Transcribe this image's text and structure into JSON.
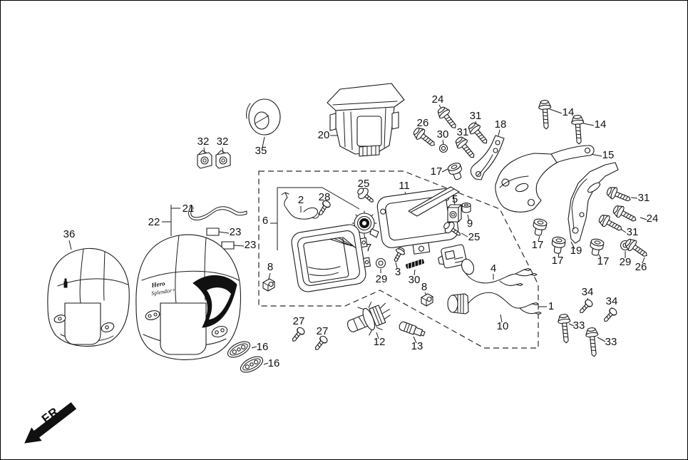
{
  "diagram": {
    "kind": "exploded parts diagram",
    "subject": "headlight / front cowl assembly"
  },
  "direction_indicator": {
    "label": "FR."
  },
  "visor_logo": {
    "line1": "Hero",
    "line2": "Splendor+"
  },
  "callouts": [
    {
      "id": "bolt-24-top",
      "part": "24"
    },
    {
      "id": "bolt-26-top",
      "part": "26"
    },
    {
      "id": "nut-30-top",
      "part": "30"
    },
    {
      "id": "bolt-31-top-right",
      "part": "31"
    },
    {
      "id": "bolt-31-top-left",
      "part": "31"
    },
    {
      "id": "bracket-18",
      "part": "18"
    },
    {
      "id": "bolt-14-upper",
      "part": "14"
    },
    {
      "id": "bolt-14-lower",
      "part": "14"
    },
    {
      "id": "stay-15",
      "part": "15"
    },
    {
      "id": "grommet-17-top",
      "part": "17"
    },
    {
      "id": "grommet-35",
      "part": "35"
    },
    {
      "id": "clip-32-left",
      "part": "32"
    },
    {
      "id": "clip-32-right",
      "part": "32"
    },
    {
      "id": "case-20",
      "part": "20"
    },
    {
      "id": "screw-25-left",
      "part": "25"
    },
    {
      "id": "rim-11",
      "part": "11"
    },
    {
      "id": "wire-clip-2",
      "part": "2"
    },
    {
      "id": "screw-28",
      "part": "28"
    },
    {
      "id": "nut-5",
      "part": "5"
    },
    {
      "id": "cap-9",
      "part": "9"
    },
    {
      "id": "screw-25-right",
      "part": "25"
    },
    {
      "id": "headlight-group-6",
      "part": "6"
    },
    {
      "id": "socket-7",
      "part": "7"
    },
    {
      "id": "trim-21",
      "part": "21"
    },
    {
      "id": "visor-22",
      "part": "22"
    },
    {
      "id": "sticker-23-upper",
      "part": "23"
    },
    {
      "id": "sticker-23-lower",
      "part": "23"
    },
    {
      "id": "visor-36",
      "part": "36"
    },
    {
      "id": "bolt-31-right-upper",
      "part": "31"
    },
    {
      "id": "bolt-24-right",
      "part": "24"
    },
    {
      "id": "bolt-31-right-lower",
      "part": "31"
    },
    {
      "id": "bracket-19",
      "part": "19"
    },
    {
      "id": "grommet-17-left",
      "part": "17"
    },
    {
      "id": "grommet-17-mid",
      "part": "17"
    },
    {
      "id": "grommet-17-right",
      "part": "17"
    },
    {
      "id": "washer-29-right",
      "part": "29"
    },
    {
      "id": "bolt-26-right",
      "part": "26"
    },
    {
      "id": "nut-8-left",
      "part": "8"
    },
    {
      "id": "washer-29-mid",
      "part": "29"
    },
    {
      "id": "screw-3",
      "part": "3"
    },
    {
      "id": "stud-30",
      "part": "30"
    },
    {
      "id": "nut-8-mid",
      "part": "8"
    },
    {
      "id": "harness-4",
      "part": "4"
    },
    {
      "id": "socket-10",
      "part": "10"
    },
    {
      "id": "assembly-1",
      "part": "1"
    },
    {
      "id": "screw-34-left",
      "part": "34"
    },
    {
      "id": "screw-34-right",
      "part": "34"
    },
    {
      "id": "bolt-33-left",
      "part": "33"
    },
    {
      "id": "bolt-33-right",
      "part": "33"
    },
    {
      "id": "screw-27-left",
      "part": "27"
    },
    {
      "id": "screw-27-right",
      "part": "27"
    },
    {
      "id": "bulb-12",
      "part": "12"
    },
    {
      "id": "bulb-13",
      "part": "13"
    },
    {
      "id": "pad-16-upper",
      "part": "16"
    },
    {
      "id": "pad-16-lower",
      "part": "16"
    }
  ]
}
